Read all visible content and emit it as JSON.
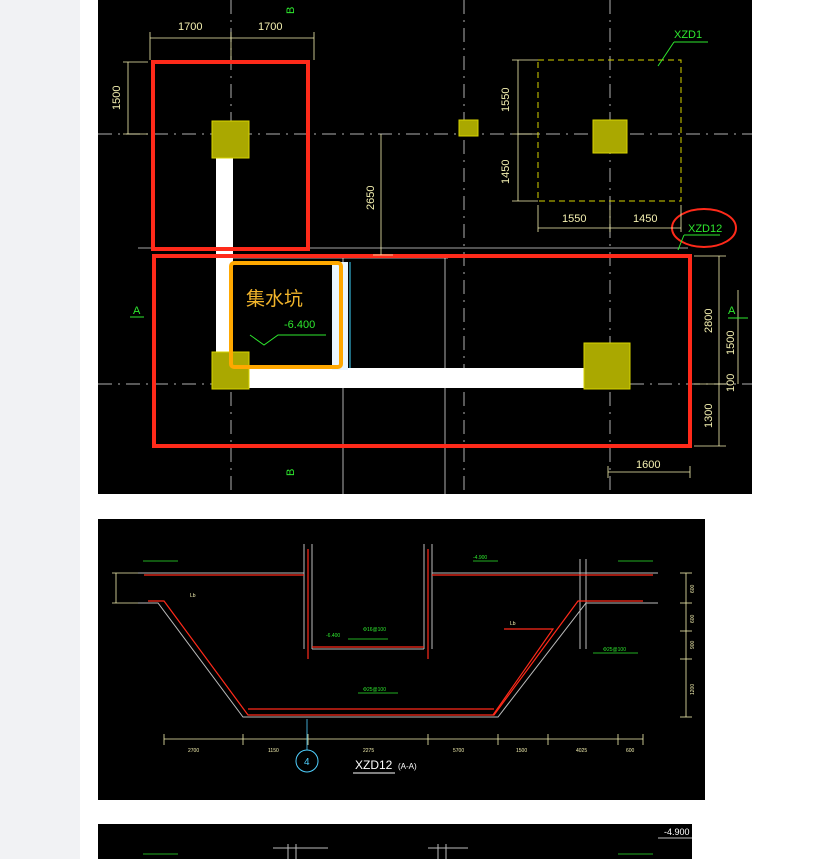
{
  "plan": {
    "dims_top": [
      "1700",
      "1700"
    ],
    "dim_left": "1500",
    "dim_mid": "2650",
    "dim_right_col": [
      "1550",
      "1450"
    ],
    "dim_right_row": [
      "1550",
      "1450"
    ],
    "dim_far_right": [
      "2800",
      "1500",
      "100",
      "1300"
    ],
    "dim_bottom": "1600",
    "labels": {
      "xzd1": "XZD1",
      "xzd12": "XZD12",
      "axis_a": "A",
      "axis_b": "B",
      "axis_a2": "A"
    },
    "pit_label": "集水坑",
    "pit_level": "-6.400",
    "colors": {
      "red": "#ff2a1a",
      "orange": "#ffa800",
      "yellow": "#aaa800",
      "green": "#2ee82e"
    }
  },
  "section": {
    "caption": "XZD12",
    "caption_sub": "(A-A)",
    "axis_number": "4",
    "level_top": "-4.900",
    "level_mid": "-6.400",
    "rebar_1": "Φ16@100",
    "rebar_2": "Φ25@100",
    "rebar_3": "Φ25@100",
    "bottom_dims": [
      "2700",
      "1150",
      "2275",
      "5700",
      "1500",
      "4025",
      "600"
    ],
    "right_dims": [
      "600",
      "600",
      "900",
      "1200"
    ],
    "tag_bl": "Lb",
    "tag_br": "Lb"
  },
  "section2": {
    "level_top": "-4.900"
  }
}
